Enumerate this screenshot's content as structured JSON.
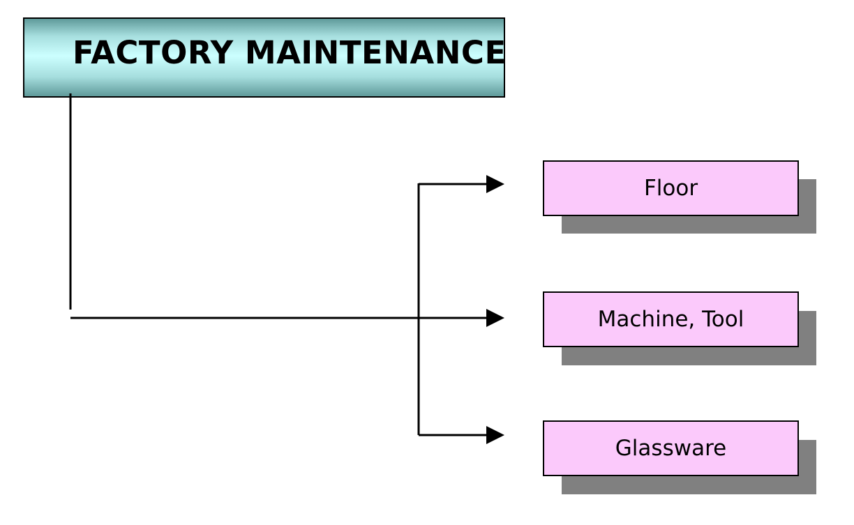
{
  "diagram": {
    "title": "FACTORY MAINTENANCE",
    "nodes": [
      {
        "label": "Floor"
      },
      {
        "label": "Machine, Tool"
      },
      {
        "label": "Glassware"
      }
    ],
    "colors": {
      "title_fill": "#ccffff",
      "title_edge": "#5f9a9a",
      "node_fill": "#fbc9fb",
      "node_shadow": "#808080",
      "line": "#000000"
    }
  }
}
